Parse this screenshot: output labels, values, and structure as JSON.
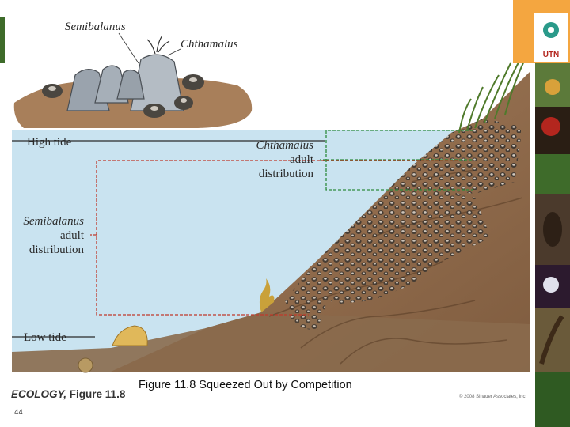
{
  "figure": {
    "label_semibalanus_top": "Semibalanus",
    "label_chthamalus_top": "Chthamalus",
    "label_high_tide": "High tide",
    "label_low_tide": "Low tide",
    "chthamalus_distribution": [
      "Chthamalus",
      "adult",
      "distribution"
    ],
    "semibalanus_distribution": [
      "Semibalanus",
      "adult",
      "distribution"
    ]
  },
  "caption": "Figure 11.8  Squeezed Out by Competition",
  "figure_reference": {
    "book": "ECOLOGY,",
    "figure": "Figure 11.8"
  },
  "copyright": "© 2008 Sinauer Associates, Inc.",
  "page_number": "44",
  "colors": {
    "water": "#c9e3f0",
    "rock": "#9a7656",
    "accent_green": "#3e6b2a",
    "bracket_red": "#c0392b",
    "bracket_green": "#2e8b3e"
  },
  "logo": {
    "text": "UTN"
  }
}
